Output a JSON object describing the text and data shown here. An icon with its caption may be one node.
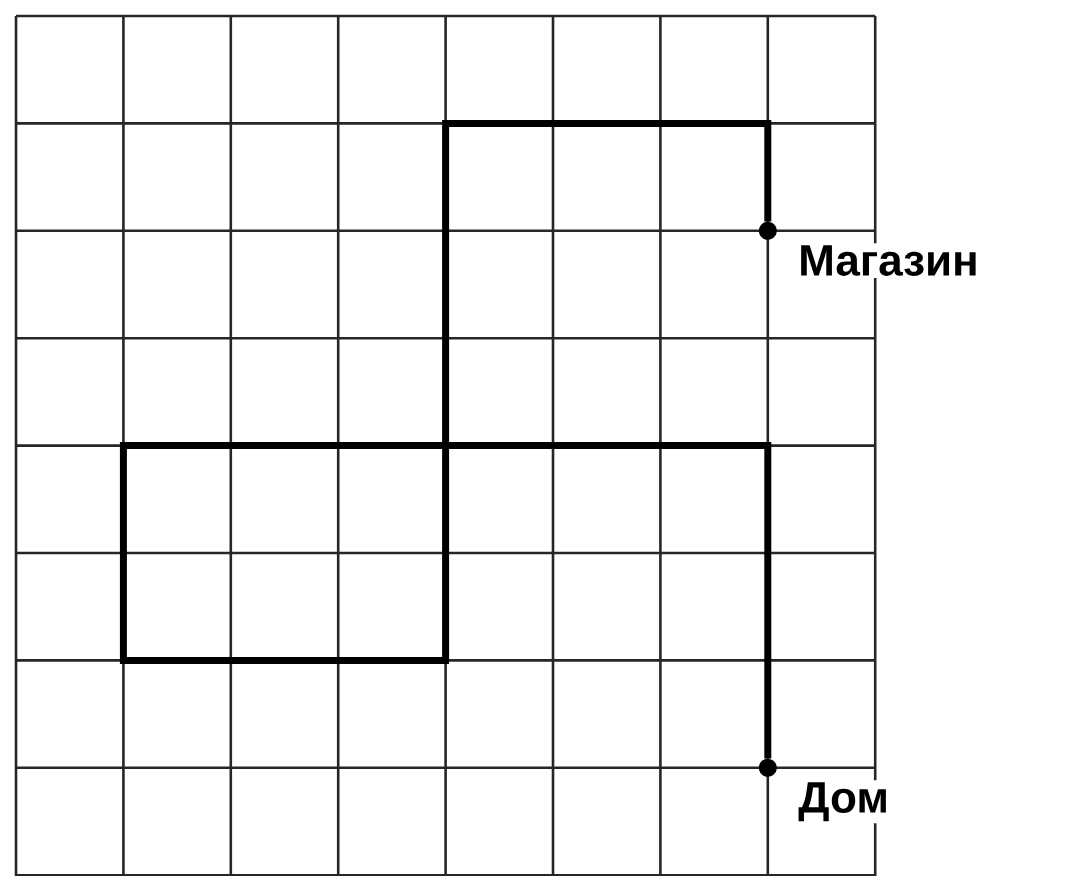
{
  "diagram": {
    "nodes": [
      {
        "text": [],
        "shape": "circle",
        "beside": [
          "Магазин"
        ]
      },
      {
        "text": [],
        "shape": "circle",
        "beside": [
          "Дом"
        ]
      }
    ],
    "edges": [
      {
        "from": 1,
        "to": 0,
        "arrow": "none"
      }
    ]
  }
}
